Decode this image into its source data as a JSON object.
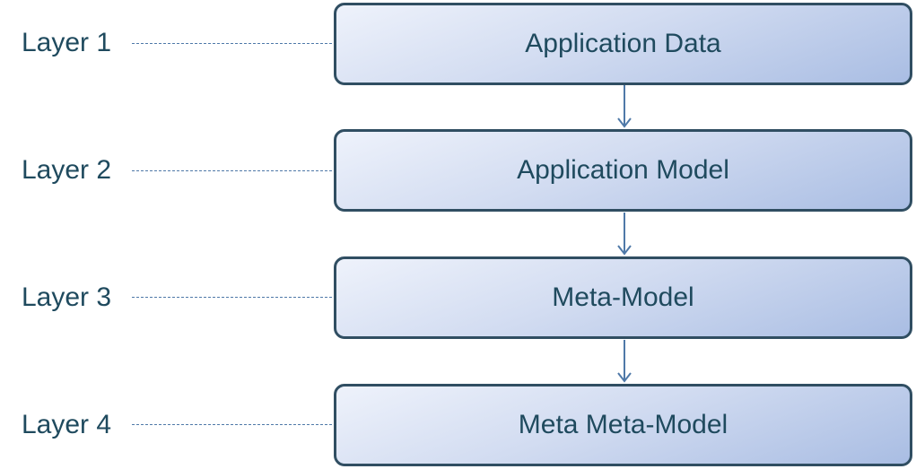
{
  "layers": [
    {
      "label": "Layer 1",
      "box": "Application Data"
    },
    {
      "label": "Layer 2",
      "box": "Application Model"
    },
    {
      "label": "Layer 3",
      "box": "Meta-Model"
    },
    {
      "label": "Layer 4",
      "box": "Meta Meta-Model"
    }
  ],
  "colors": {
    "box_border": "#304e62",
    "box_fill_light": "#eef2fb",
    "box_fill_dark": "#a9bde3",
    "text": "#1f4a5e",
    "connector": "#4f79a8"
  }
}
